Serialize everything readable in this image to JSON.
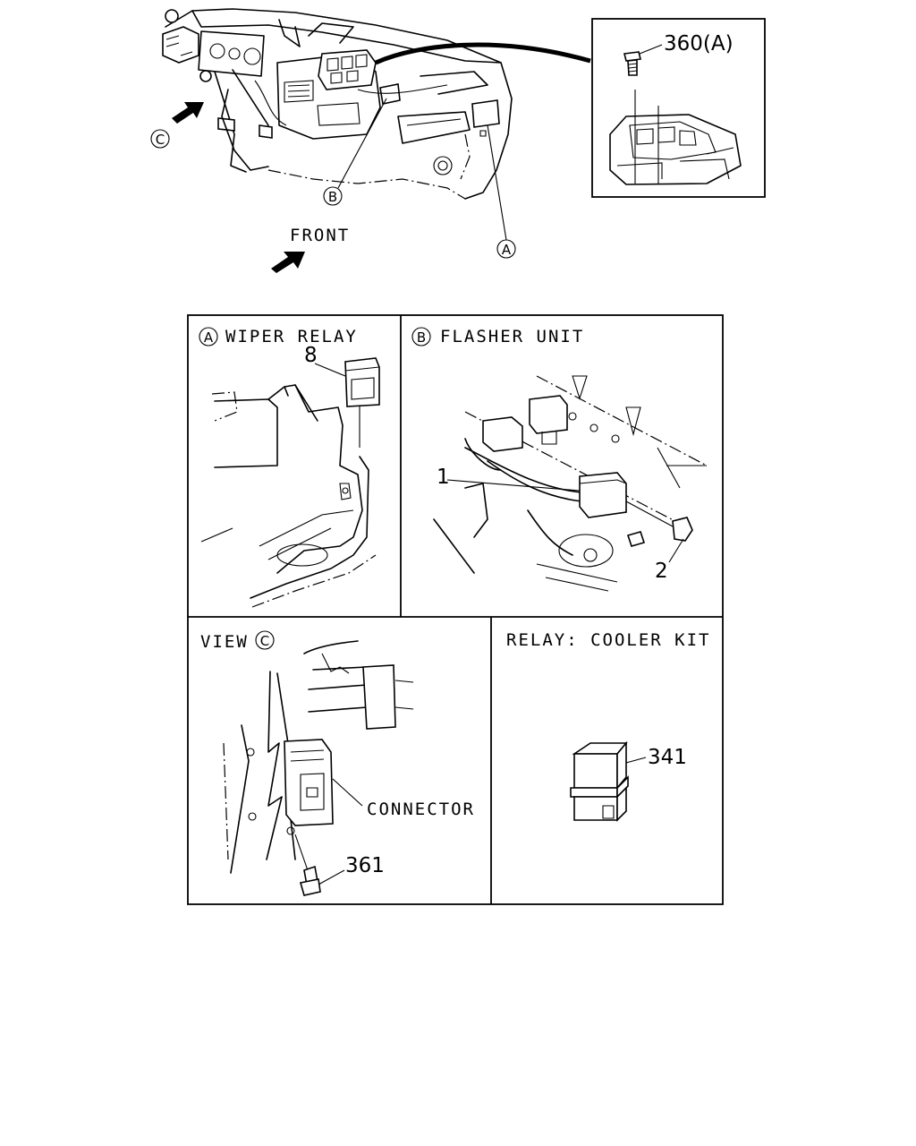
{
  "overview": {
    "callout_360": "360(A)",
    "front_label": "FRONT",
    "marker_a": "A",
    "marker_b": "B",
    "marker_c": "C"
  },
  "panels": {
    "wiper_relay": {
      "marker": "A",
      "title": "WIPER RELAY",
      "part": "8"
    },
    "flasher_unit": {
      "marker": "B",
      "title": "FLASHER UNIT",
      "part_1": "1",
      "part_2": "2"
    },
    "view_c": {
      "title": "VIEW",
      "marker": "C",
      "connector_label": "CONNECTOR",
      "part": "361"
    },
    "cooler_kit": {
      "title": "RELAY: COOLER KIT",
      "part": "341"
    }
  }
}
